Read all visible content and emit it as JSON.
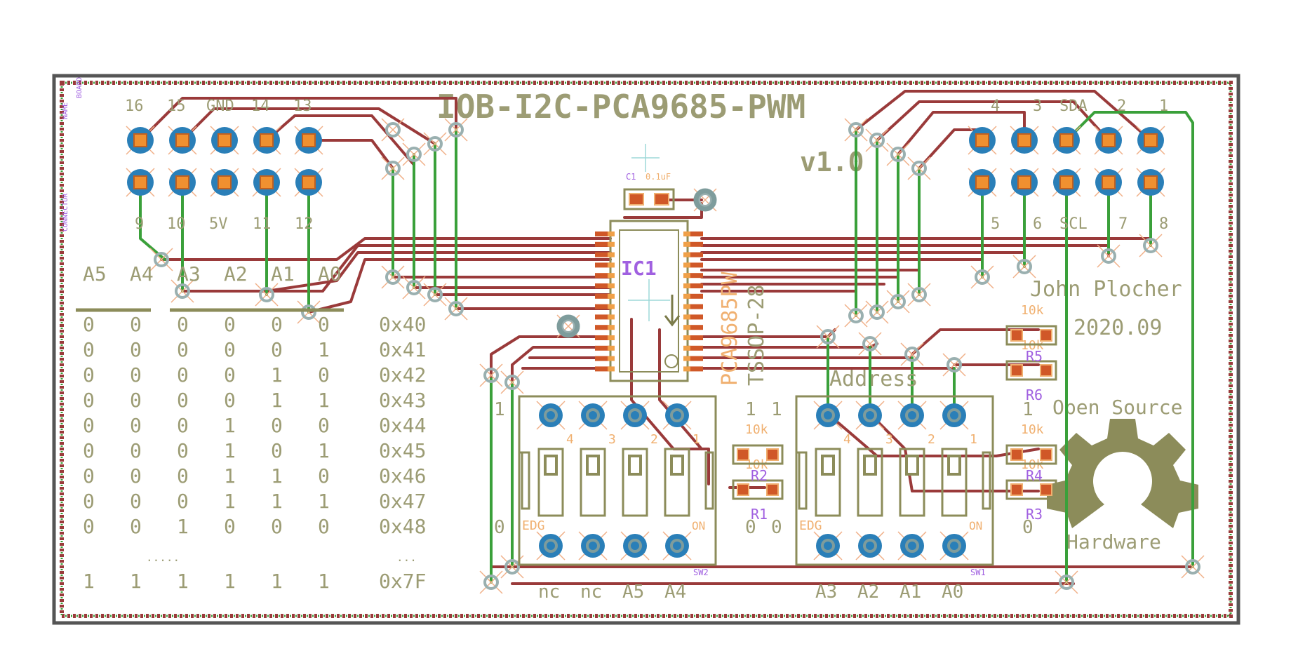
{
  "board": {
    "title": "IOB-I2C-PCA9685-PWM",
    "version": "v1.0",
    "author": "John Plocher",
    "date": "2020.09",
    "oshw_top": "Open Source",
    "oshw_bottom": "Hardware",
    "side_labels": [
      "BOARD",
      "CONNECTOR",
      "NAME"
    ]
  },
  "left_header": {
    "top_labels": [
      "16",
      "15",
      "GND",
      "14",
      "13"
    ],
    "bottom_labels": [
      "9",
      "10",
      "5V",
      "11",
      "12"
    ]
  },
  "right_header": {
    "top_labels": [
      "4",
      "3",
      "SDA",
      "2",
      "1"
    ],
    "bottom_labels": [
      "5",
      "6",
      "SCL",
      "7",
      "8"
    ]
  },
  "ic": {
    "name": "IC1",
    "part": "PCA9685PW",
    "package": "TSSOP-28"
  },
  "cap": {
    "name": "C1",
    "value": "0.1uF"
  },
  "resistors": [
    {
      "name": "R1",
      "value": "10k"
    },
    {
      "name": "R2",
      "value": "10k"
    },
    {
      "name": "R3",
      "value": "10k"
    },
    {
      "name": "R4",
      "value": "10k"
    },
    {
      "name": "R5",
      "value": "10k"
    },
    {
      "name": "R6",
      "value": "10k"
    }
  ],
  "switches": [
    {
      "name": "SW2",
      "edge": "EDG",
      "on": "ON",
      "one": "1",
      "zero": "0",
      "bottom_labels": [
        "nc",
        "nc",
        "A5",
        "A4"
      ],
      "pin_nums": [
        "4",
        "3",
        "2",
        "1"
      ]
    },
    {
      "name": "SW1",
      "edge": "EDG",
      "on": "ON",
      "one": "1",
      "zero": "0",
      "bottom_labels": [
        "A3",
        "A2",
        "A1",
        "A0"
      ],
      "pin_nums": [
        "4",
        "3",
        "2",
        "1"
      ]
    }
  ],
  "address_label": "Address",
  "address_table": {
    "headers": [
      "A5",
      "A4",
      "A3",
      "A2",
      "A1",
      "A0"
    ],
    "rows": [
      {
        "bits": [
          "0",
          "0",
          "0",
          "0",
          "0",
          "0"
        ],
        "hex": "0x40"
      },
      {
        "bits": [
          "0",
          "0",
          "0",
          "0",
          "0",
          "1"
        ],
        "hex": "0x41"
      },
      {
        "bits": [
          "0",
          "0",
          "0",
          "0",
          "1",
          "0"
        ],
        "hex": "0x42"
      },
      {
        "bits": [
          "0",
          "0",
          "0",
          "0",
          "1",
          "1"
        ],
        "hex": "0x43"
      },
      {
        "bits": [
          "0",
          "0",
          "0",
          "1",
          "0",
          "0"
        ],
        "hex": "0x44"
      },
      {
        "bits": [
          "0",
          "0",
          "0",
          "1",
          "0",
          "1"
        ],
        "hex": "0x45"
      },
      {
        "bits": [
          "0",
          "0",
          "0",
          "1",
          "1",
          "0"
        ],
        "hex": "0x46"
      },
      {
        "bits": [
          "0",
          "0",
          "0",
          "1",
          "1",
          "1"
        ],
        "hex": "0x47"
      },
      {
        "bits": [
          "0",
          "0",
          "1",
          "0",
          "0",
          "0"
        ],
        "hex": "0x48"
      }
    ],
    "ellipsis_bits": ".....",
    "ellipsis_hex": "...",
    "last": {
      "bits": [
        "1",
        "1",
        "1",
        "1",
        "1",
        "1"
      ],
      "hex": "0x7F"
    }
  },
  "colors": {
    "outline": "#555555",
    "silk": "#9c9c74",
    "top_copper": "#9a3a3a",
    "bottom_copper": "#3aa03a",
    "pad": "#2a7fb8",
    "pad_center": "#f09030",
    "label_purple": "#a060e0",
    "label_orange": "#f0b070"
  }
}
